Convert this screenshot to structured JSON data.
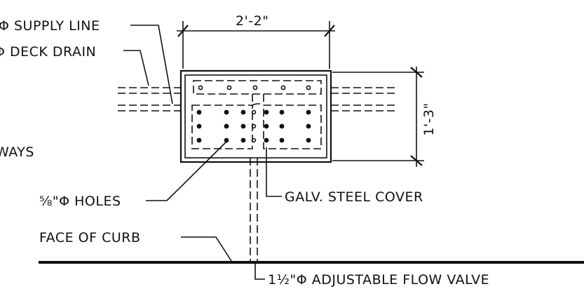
{
  "labels": {
    "supply_line": "Φ SUPPLY LINE",
    "deck_drain": "Φ DECK DRAIN",
    "ways": "WAYS",
    "holes": "⅝\"Φ HOLES",
    "cover": "GALV. STEEL COVER",
    "curb": "FACE OF CURB",
    "valve": "1½\"Φ ADJUSTABLE FLOW VALVE"
  },
  "dimensions": {
    "width": "2'-2\"",
    "height": "1'-3\""
  },
  "colors": {
    "ink": "#111111",
    "background": "#ffffff"
  }
}
